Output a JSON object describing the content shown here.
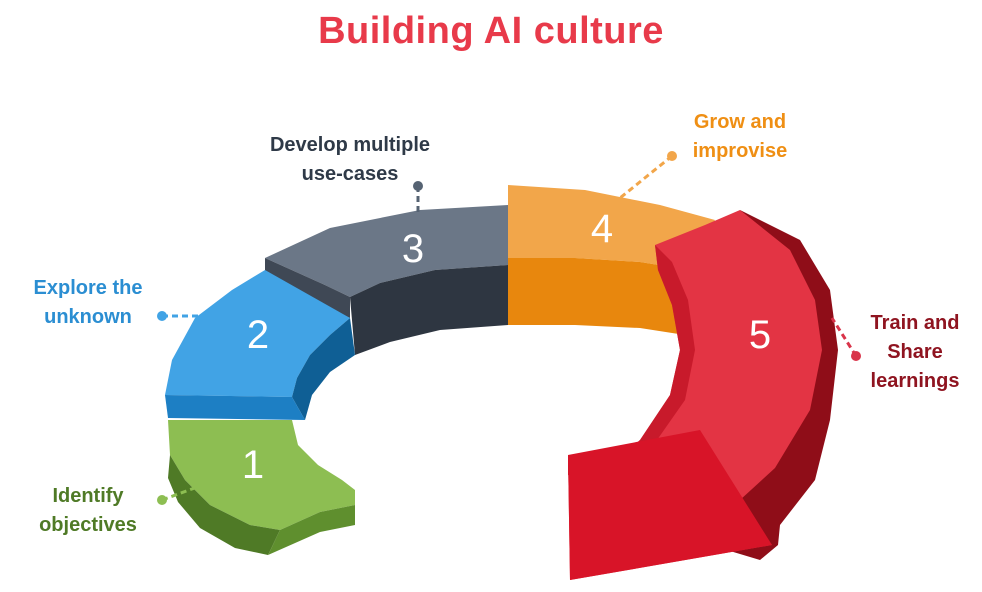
{
  "title": "Building AI culture",
  "colors": {
    "title": "#e83a4a",
    "step1": "#8dbe52",
    "step2": "#41a3e5",
    "step3": "#566373",
    "step4": "#f2a64a",
    "step5": "#e8303f"
  },
  "steps": [
    {
      "number": "1",
      "label_lines": [
        "Identify",
        "objectives"
      ],
      "label_color": "#4f7a26",
      "dot_color": "#8dbe52"
    },
    {
      "number": "2",
      "label_lines": [
        "Explore the",
        "unknown"
      ],
      "label_color": "#2b8ed2",
      "dot_color": "#41a3e5"
    },
    {
      "number": "3",
      "label_lines": [
        "Develop multiple",
        "use-cases"
      ],
      "label_color": "#2f3a48",
      "dot_color": "#566373"
    },
    {
      "number": "4",
      "label_lines": [
        "Grow and",
        "improvise"
      ],
      "label_color": "#ef8f14",
      "dot_color": "#f2a64a"
    },
    {
      "number": "5",
      "label_lines": [
        "Train and",
        "Share",
        "learnings"
      ],
      "label_color": "#8f1420",
      "dot_color": "#d9344a"
    }
  ]
}
